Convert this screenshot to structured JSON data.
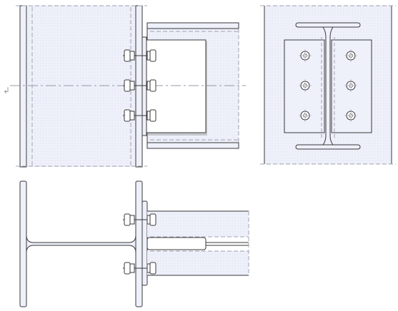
{
  "drawing": {
    "type": "steel-beam-to-column-connection",
    "views": [
      "front-elevation",
      "side-elevation",
      "plan-section"
    ],
    "colors": {
      "background": "#ffffff",
      "steel_fill": "#eef0fa",
      "steel_stroke": "#3a3a3a",
      "hidden_line": "#a0a4b0",
      "centerline": "#9a9aa8",
      "bolt_fill": "#ffffff",
      "shadow": "#9a9a9a"
    },
    "bolt_count_per_row": 3,
    "marker_glyph": "↲"
  }
}
